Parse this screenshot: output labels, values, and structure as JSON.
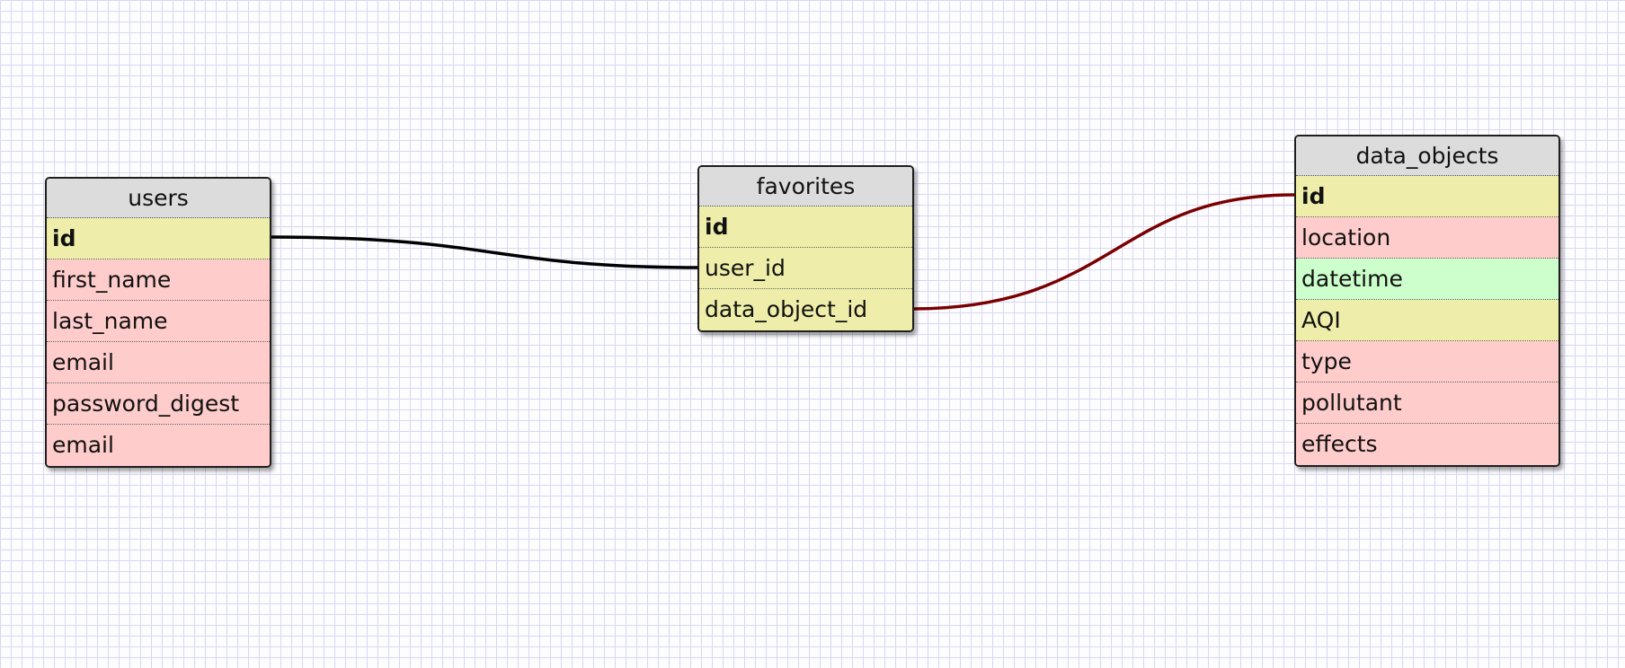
{
  "colors": {
    "header": "#dcdcdc",
    "key": "#eeeeaa",
    "string": "#ffcccc",
    "datetime": "#ccffcc",
    "relation_dark": "#000000",
    "relation_red": "#7a0000"
  },
  "tables": [
    {
      "id": "users",
      "name": "users",
      "fields": [
        {
          "name": "id",
          "color": "#eeeeaa",
          "bold": true
        },
        {
          "name": "first_name",
          "color": "#ffcccc",
          "bold": false
        },
        {
          "name": "last_name",
          "color": "#ffcccc",
          "bold": false
        },
        {
          "name": "email",
          "color": "#ffcccc",
          "bold": false
        },
        {
          "name": "password_digest",
          "color": "#ffcccc",
          "bold": false
        },
        {
          "name": "email",
          "color": "#ffcccc",
          "bold": false
        }
      ]
    },
    {
      "id": "favorites",
      "name": "favorites",
      "fields": [
        {
          "name": "id",
          "color": "#eeeeaa",
          "bold": true
        },
        {
          "name": "user_id",
          "color": "#eeeeaa",
          "bold": false
        },
        {
          "name": "data_object_id",
          "color": "#eeeeaa",
          "bold": false
        }
      ]
    },
    {
      "id": "data-objects",
      "name": "data_objects",
      "fields": [
        {
          "name": "id",
          "color": "#eeeeaa",
          "bold": true
        },
        {
          "name": "location",
          "color": "#ffcccc",
          "bold": false
        },
        {
          "name": "datetime",
          "color": "#ccffcc",
          "bold": false
        },
        {
          "name": "AQI",
          "color": "#eeeeaa",
          "bold": false
        },
        {
          "name": "type",
          "color": "#ffcccc",
          "bold": false
        },
        {
          "name": "pollutant",
          "color": "#ffcccc",
          "bold": false
        },
        {
          "name": "effects",
          "color": "#ffcccc",
          "bold": false
        }
      ]
    }
  ],
  "relations": [
    {
      "from": "users.id",
      "to": "favorites.user_id",
      "color": "#000000"
    },
    {
      "from": "favorites.data_object_id",
      "to": "data_objects.id",
      "color": "#7a0000"
    }
  ]
}
